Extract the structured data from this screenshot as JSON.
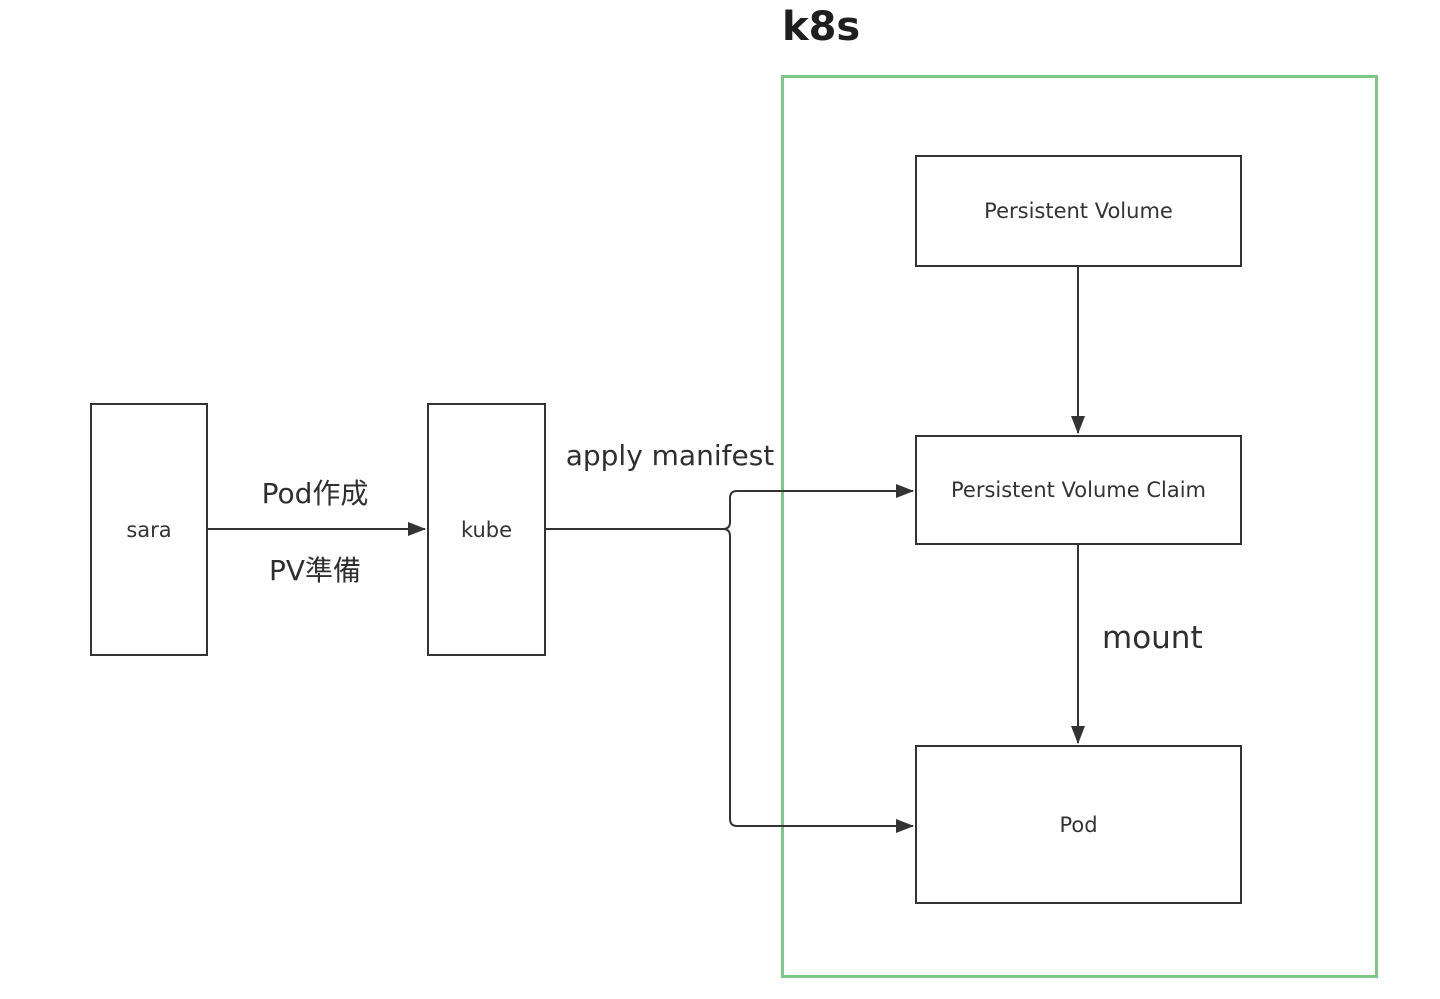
{
  "diagram": {
    "title": "k8s",
    "nodes": {
      "sara": {
        "label": "sara"
      },
      "kube": {
        "label": "kube"
      },
      "persistent_volume": {
        "label": "Persistent Volume"
      },
      "persistent_volume_claim": {
        "label": "Persistent Volume Claim"
      },
      "pod": {
        "label": "Pod"
      }
    },
    "edge_labels": {
      "pod_create": "Pod作成",
      "pv_prepare": "PV準備",
      "apply_manifest": "apply manifest",
      "mount": "mount"
    },
    "colors": {
      "k8s_container_border": "#7ec787",
      "node_border": "#333333",
      "edge_line": "#333333",
      "text": "#2f2f2f",
      "background": "#ffffff"
    }
  }
}
